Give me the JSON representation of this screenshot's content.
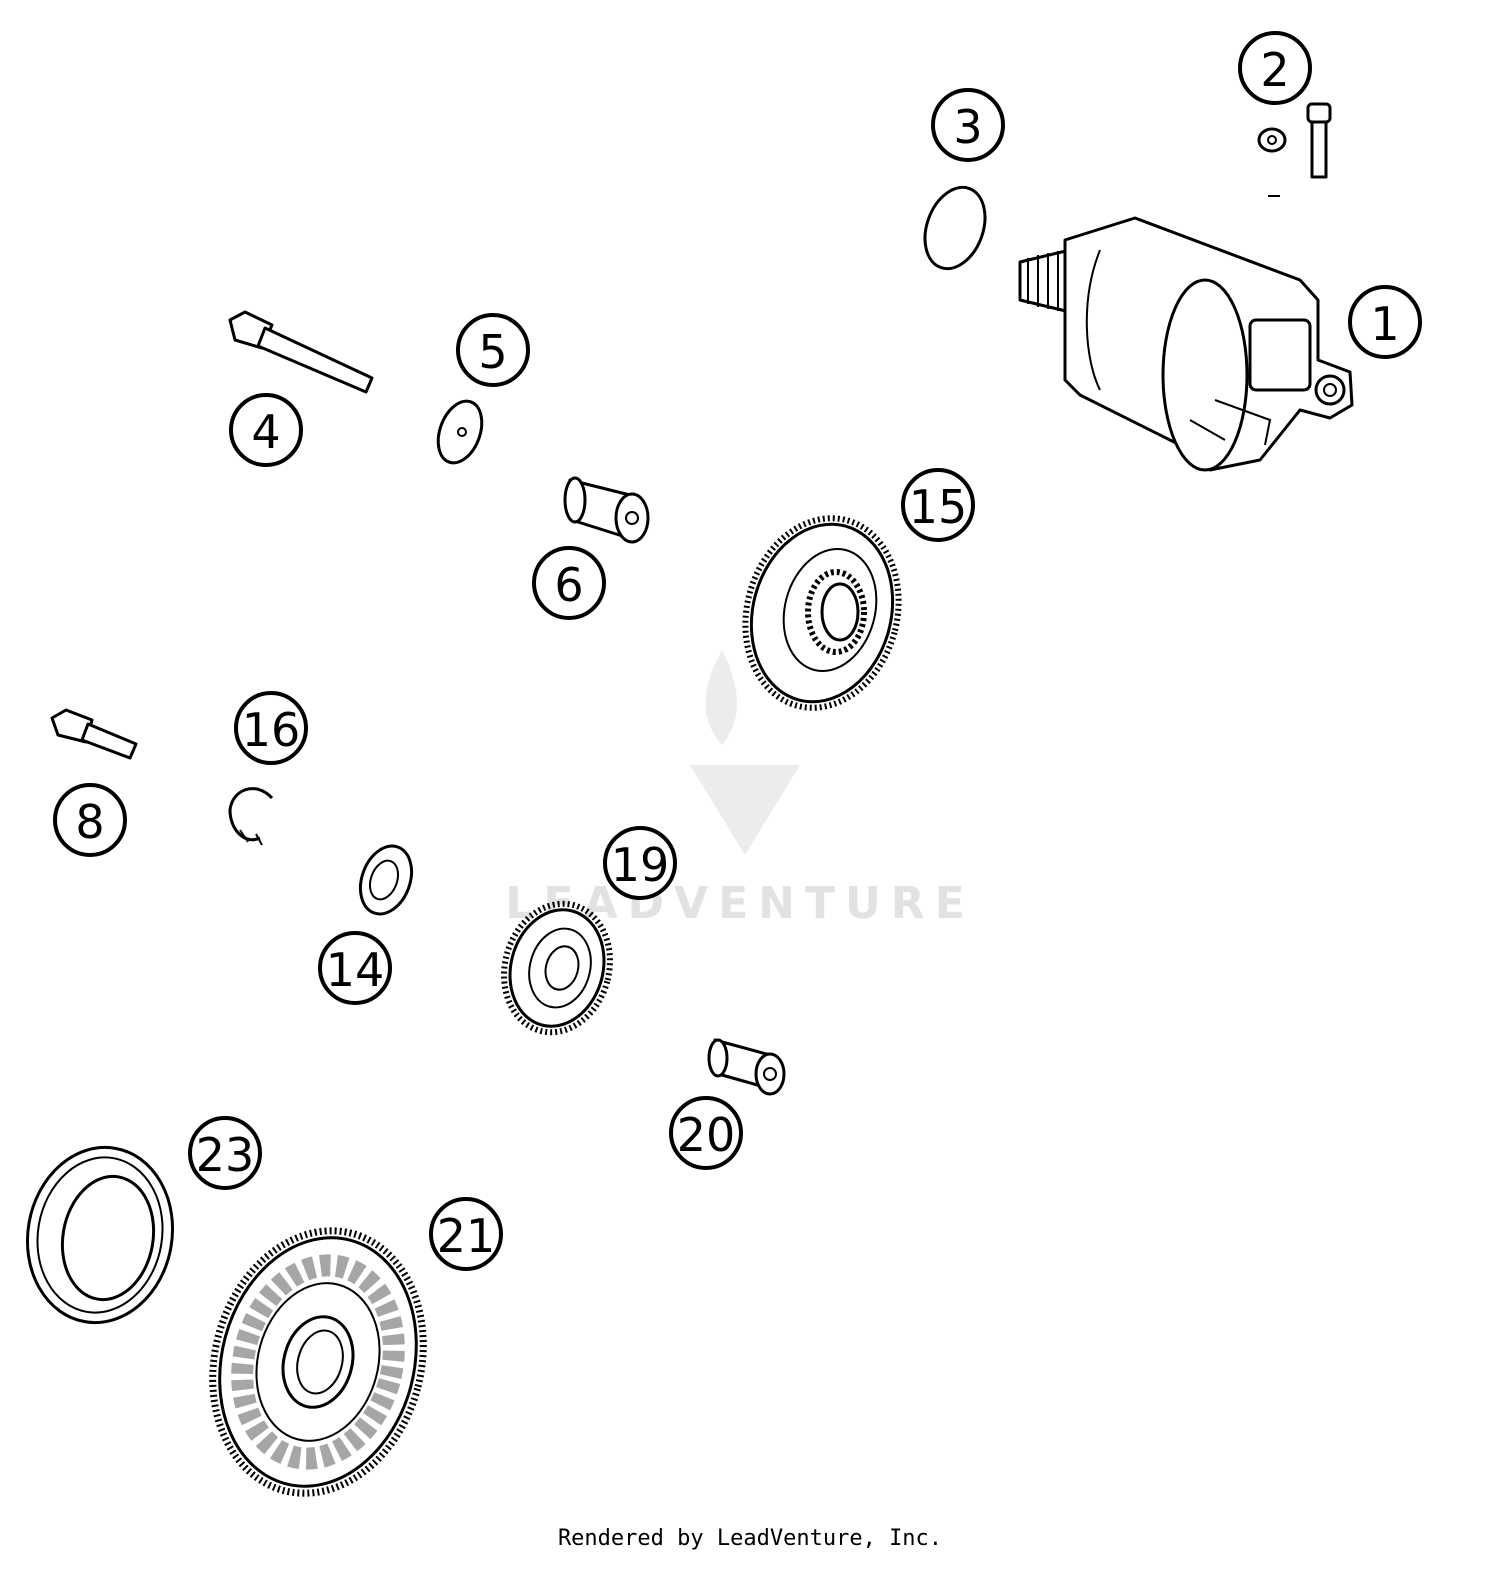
{
  "watermark": {
    "text": "LEADVENTURE"
  },
  "footer": {
    "credit": "Rendered by LeadVenture, Inc."
  },
  "callouts": [
    {
      "id": "1",
      "label": "1"
    },
    {
      "id": "2",
      "label": "2"
    },
    {
      "id": "3",
      "label": "3"
    },
    {
      "id": "4",
      "label": "4"
    },
    {
      "id": "5",
      "label": "5"
    },
    {
      "id": "6",
      "label": "6"
    },
    {
      "id": "8",
      "label": "8"
    },
    {
      "id": "14",
      "label": "14"
    },
    {
      "id": "15",
      "label": "15"
    },
    {
      "id": "16",
      "label": "16"
    },
    {
      "id": "19",
      "label": "19"
    },
    {
      "id": "20",
      "label": "20"
    },
    {
      "id": "21",
      "label": "21"
    },
    {
      "id": "23",
      "label": "23"
    }
  ]
}
